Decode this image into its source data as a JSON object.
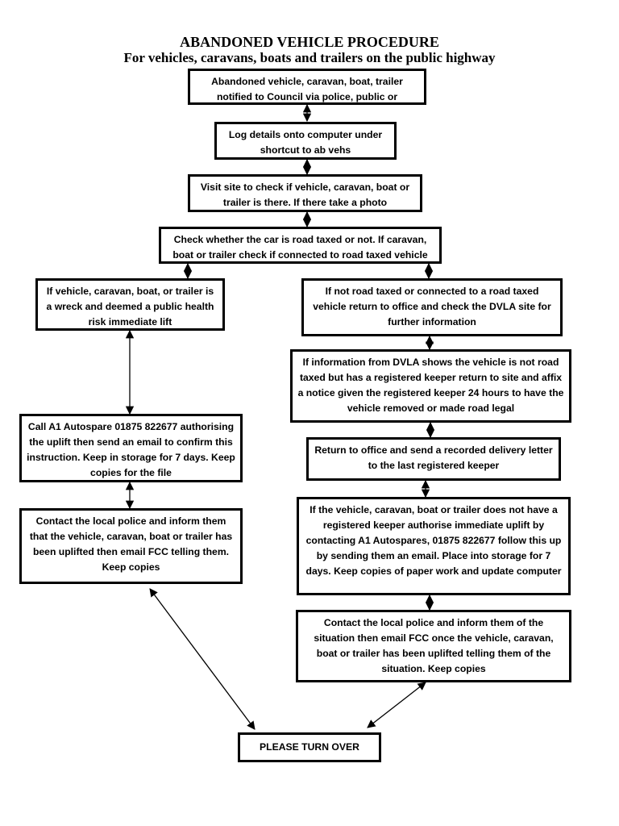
{
  "title": "ABANDONED VEHICLE PROCEDURE",
  "subtitle": "For vehicles, caravans, boats and trailers on the public highway",
  "steps": {
    "notified": "Abandoned vehicle, caravan, boat, trailer notified to Council via police, public or",
    "log": "Log details onto computer under shortcut to ab vehs",
    "visit": "Visit site to check if vehicle, caravan, boat or trailer is there.  If there take a photo",
    "check_tax": "Check whether the car is road taxed or not.  If caravan, boat or trailer check if connected to road taxed vehicle",
    "wreck": "If vehicle, caravan, boat, or trailer is a wreck and deemed a public health risk immediate lift",
    "not_taxed": "If not road taxed or connected to a road taxed vehicle return to office and check the DVLA site for further information",
    "dvla_keeper": "If information from DVLA shows the vehicle is not road taxed but has a registered keeper return to site and affix a notice given the registered keeper 24 hours to have the vehicle removed or made road legal",
    "call_a1": "Call A1 Autospare 01875 822677 authorising the uplift then send an email to confirm this instruction. Keep in storage for 7 days.  Keep copies for the file",
    "recorded_letter": "Return to office and send a recorded delivery letter to the last registered keeper",
    "police_left": "Contact the local police and inform them that the vehicle, caravan, boat or trailer has been uplifted then email FCC telling them. Keep copies",
    "no_keeper": "If the vehicle, caravan, boat or trailer does not have a registered keeper authorise immediate uplift by contacting A1 Autospares, 01875 822677 follow this up by sending them an email.  Place into storage for 7 days.  Keep copies of paper work and update computer",
    "police_right": "Contact the local police and inform them of the situation then email FCC once the vehicle, caravan, boat or trailer has been uplifted telling them of the situation. Keep copies",
    "turn_over": "PLEASE TURN OVER"
  }
}
